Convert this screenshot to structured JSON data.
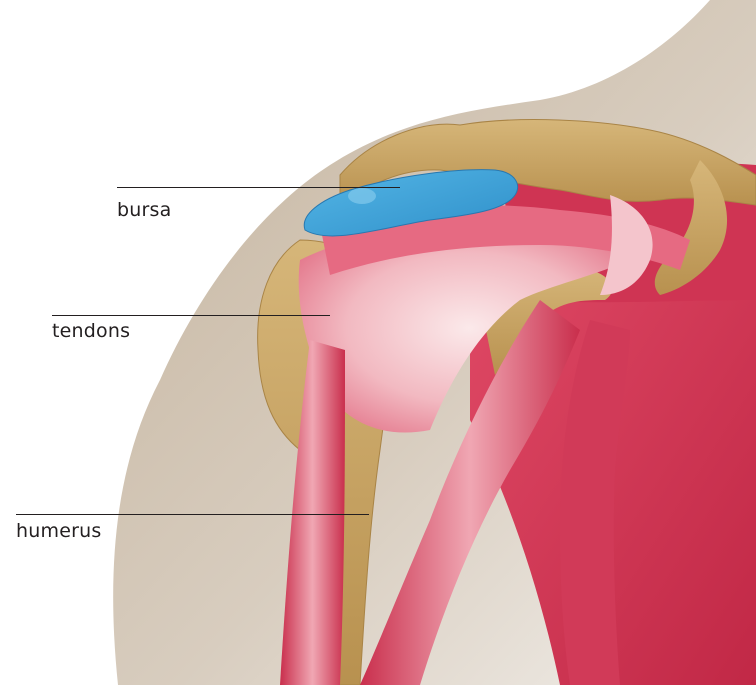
{
  "labels": {
    "bursa": "bursa",
    "tendons": "tendons",
    "humerus": "humerus"
  },
  "colors": {
    "background": "#ffffff",
    "skin": "#cbbba6",
    "skin_light": "#ece7e1",
    "bone": "#c9a566",
    "muscle": "#d43a57",
    "muscle_dark": "#b5233f",
    "tendon": "#f4c7cc",
    "bursa": "#3ea3d9",
    "line": "#231f20"
  }
}
